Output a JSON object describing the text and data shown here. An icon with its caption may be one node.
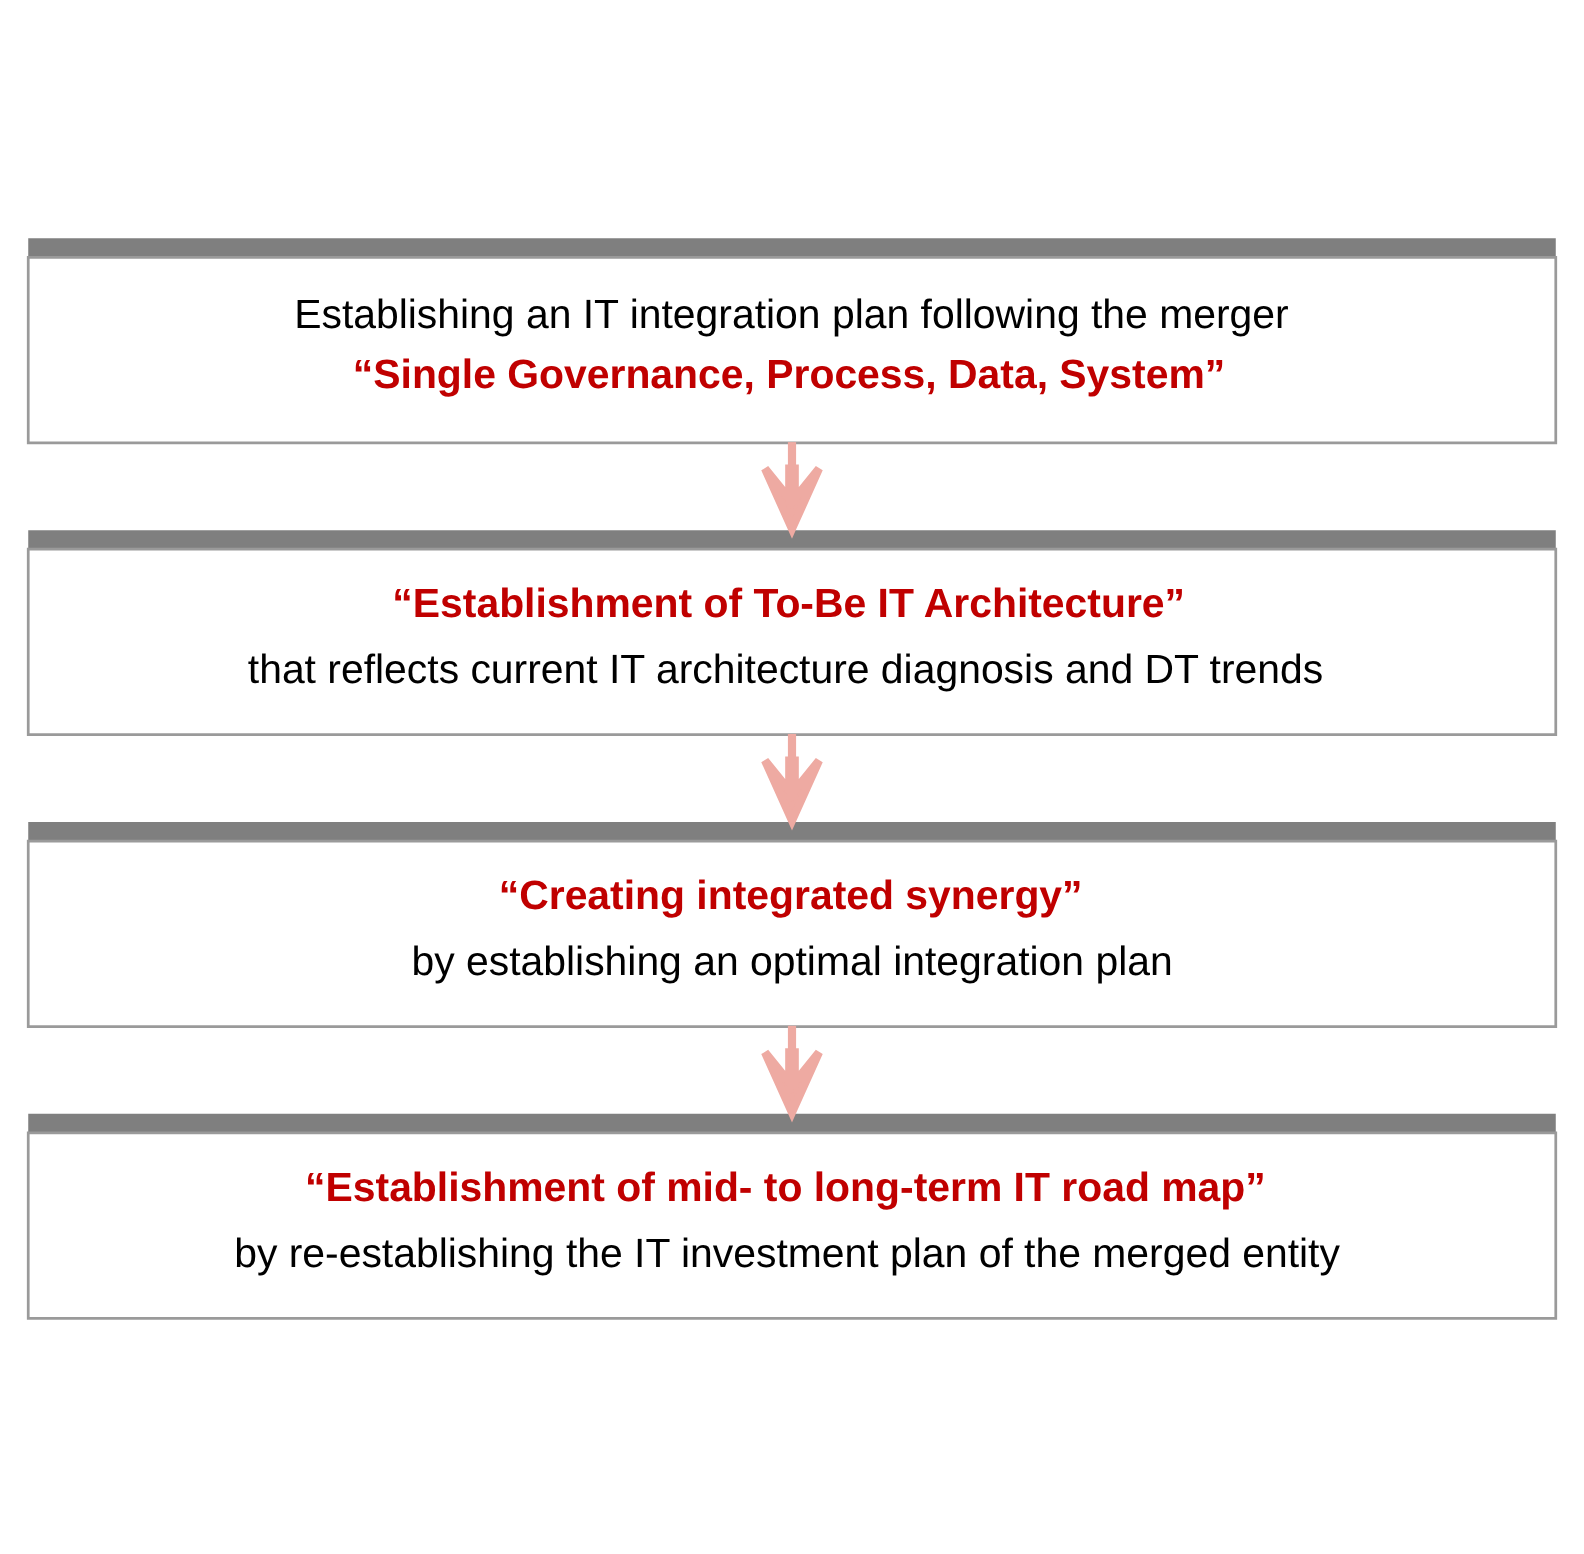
{
  "diagram": {
    "nodes": [
      {
        "text": [
          "Establishing an IT integration plan following the merger",
          "“Single Governance, Process, Data, System”"
        ]
      },
      {
        "text": [
          "“Establishment of To-Be IT Architecture”",
          "that reflects current IT architecture diagnosis and DT trends"
        ]
      },
      {
        "text": [
          "“Creating integrated synergy”",
          "by establishing an optimal integration plan"
        ]
      },
      {
        "text": [
          "“Establishment of mid- to long-term IT road map”",
          "by re-establishing the IT investment plan of the merged entity"
        ]
      }
    ],
    "edges": [
      {
        "from": 0,
        "to": 1,
        "arrow": "to"
      },
      {
        "from": 1,
        "to": 2,
        "arrow": "to"
      },
      {
        "from": 2,
        "to": 3,
        "arrow": "to"
      }
    ]
  }
}
